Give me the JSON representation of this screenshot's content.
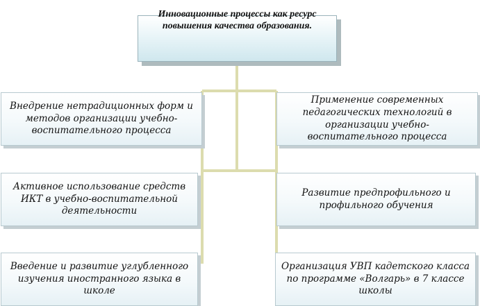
{
  "diagram": {
    "root": {
      "title": "Инновационные процессы как ресурс повышения качества образования."
    },
    "items": [
      {
        "label": "Внедрение нетрадиционных форм и методов организации учебно-воспитательного процесса"
      },
      {
        "label": "Применение современных педагогических технологий в организации учебно-воспитательного процесса"
      },
      {
        "label": "Активное использование средств ИКТ в учебно-воспитательной деятельности"
      },
      {
        "label": "Развитие предпрофильного и профильного обучения"
      },
      {
        "label": "Введение и развитие углубленного изучения иностранного языка в школе"
      },
      {
        "label": "Организация УВП кадетского класса по программе «Волгарь» в 7 классе школы"
      }
    ],
    "colors": {
      "connector": "#dcdcae",
      "box_border": "#b7c9cf",
      "box_fill_bottom": "#e6f1f5",
      "root_fill_bottom": "#cfe7ee"
    }
  }
}
